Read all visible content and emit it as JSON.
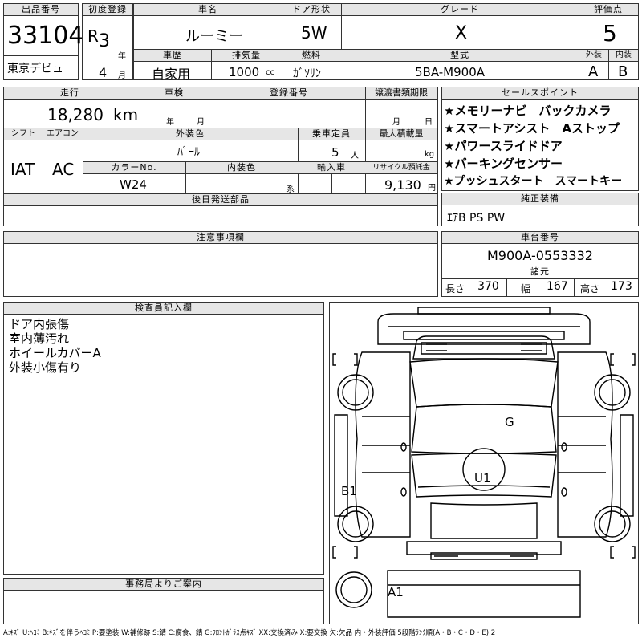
{
  "header": {
    "lot_label": "出品番号",
    "lot_number": "33104",
    "debut_label": "東京デビュ",
    "reg_label": "初度登録",
    "era": "R",
    "year_num": "3",
    "year_unit": "年",
    "month_num": "4",
    "month_unit": "月",
    "name_label": "車名",
    "name": "ルーミー",
    "door_label": "ドア形状",
    "door": "5W",
    "grade_label": "グレード",
    "grade": "X",
    "score_label": "評価点",
    "score": "5",
    "history_label": "車歴",
    "history": "自家用",
    "displacement_label": "排気量",
    "displacement": "1000",
    "displacement_unit": "cc",
    "fuel_label": "燃料",
    "fuel": "ｶﾞｿﾘﾝ",
    "model_label": "型式",
    "model": "5BA-M900A",
    "exterior_label": "外装",
    "exterior": "A",
    "interior_label": "内装",
    "interior": "B"
  },
  "mid": {
    "mileage_label": "走行",
    "mileage": "18,280",
    "mileage_unit": "km",
    "inspection_label": "車検",
    "insp_year_unit": "年",
    "insp_month_unit": "月",
    "plate_label": "登録番号",
    "transfer_label": "譲渡書類期限",
    "transfer_month_unit": "月",
    "transfer_day_unit": "日",
    "shift_label": "シフト",
    "shift": "IAT",
    "ac_label": "エアコン",
    "ac": "AC",
    "color_label": "外装色",
    "color": "ﾊﾟｰﾙ",
    "capacity_label": "乗車定員",
    "capacity": "5",
    "capacity_unit": "人",
    "load_label": "最大積載量",
    "load_unit": "kg",
    "colorno_label": "カラーNo.",
    "colorno": "W24",
    "intcolor_label": "内装色",
    "intcolor_unit": "系",
    "import_label": "輸入車",
    "recycle_label": "リサイクル預託金",
    "recycle": "9,130",
    "recycle_unit": "円",
    "later_label": "後日発送部品",
    "notes_label": "注意事項欄"
  },
  "sales_points": {
    "label": "セールスポイント",
    "items": [
      "★メモリーナビ　バックカメラ",
      "★スマートアシスト　Aストップ",
      "★パワースライドドア",
      "★パーキングセンサー",
      "★プッシュスタート　スマートキー"
    ]
  },
  "equipment": {
    "label": "純正装備",
    "value": "ｴｱB PS PW"
  },
  "chassis": {
    "label": "車台番号",
    "value": "M900A-0553332"
  },
  "dims": {
    "label": "諸元",
    "length_label": "長さ",
    "length": "370",
    "width_label": "幅",
    "width": "167",
    "height_label": "高さ",
    "height": "173"
  },
  "inspector": {
    "label": "検査員記入欄",
    "lines": [
      "ドア内張傷",
      "室内薄汚れ",
      "ホイールカバーA",
      "外装小傷有り"
    ]
  },
  "office": {
    "label": "事務局よりご案内"
  },
  "diagram": {
    "marks": {
      "g": "G",
      "u1": "U1",
      "b1": "B1",
      "a1": "A1"
    }
  },
  "legend": "A:ｷｽﾞ U:ﾍｺﾐ B:ｷｽﾞを伴うﾍｺﾐ P:要塗装 W:補修跡 S:錆 C:腐食、錆 G:ﾌﾛﾝﾄｶﾞﾗｽ点ｷｽﾞ XX:交換済み X:要交換 欠:欠品 内・外装評価 5段階ﾗﾝｸ順(A・B・C・D・E) 2"
}
